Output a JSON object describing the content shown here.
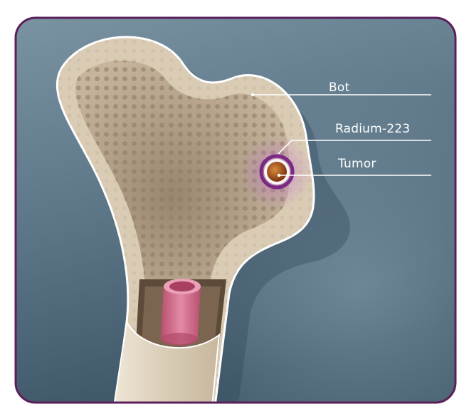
{
  "labels": {
    "bone": "Bot",
    "radium": "Radium-223",
    "tumor": "Tumor"
  },
  "colors": {
    "frame_border": "#5b1f5a",
    "background_top": "#6f8796",
    "background_bottom": "#3c5566",
    "bone_surface": "#d8c9b2",
    "bone_outline": "#ffffff",
    "spongy_bone": "#b6a287",
    "marrow_canal": "#d06a8a",
    "radium_ring": "#7a2a82",
    "tumor_core": "#9a4a16",
    "label_text": "#ffffff"
  },
  "icons": {
    "bone": "femur-cross-section",
    "tumor": "tumor-dot-icon"
  }
}
